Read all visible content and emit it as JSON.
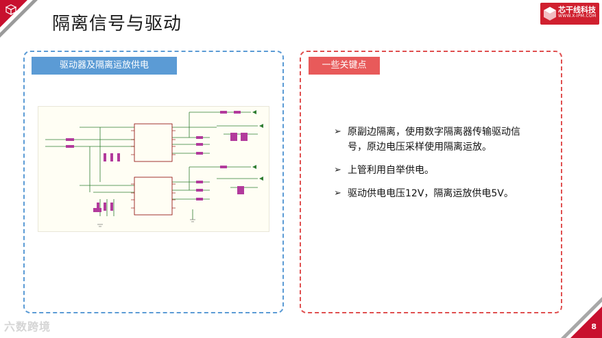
{
  "header": {
    "title": "隔离信号与驱动",
    "brand": {
      "name": "芯干线科技",
      "url": "WWW.X-IPM.COM"
    }
  },
  "left_panel": {
    "label": "驱动器及隔离运放供电"
  },
  "right_panel": {
    "label": "一些关键点",
    "bullets": [
      "原副边隔离，使用数字隔离器传输驱动信号，原边电压采样使用隔离运放。",
      "上管利用自举供电。",
      "驱动供电电压12V，隔离运放供电5V。"
    ]
  },
  "footer": {
    "watermark": "六数跨境",
    "page_number": "8"
  },
  "icons": {
    "bullet_marker": "➢"
  },
  "colors": {
    "accent_red": "#c8102e",
    "panel_blue": "#5b9bd5",
    "panel_red": "#e04f4f"
  }
}
